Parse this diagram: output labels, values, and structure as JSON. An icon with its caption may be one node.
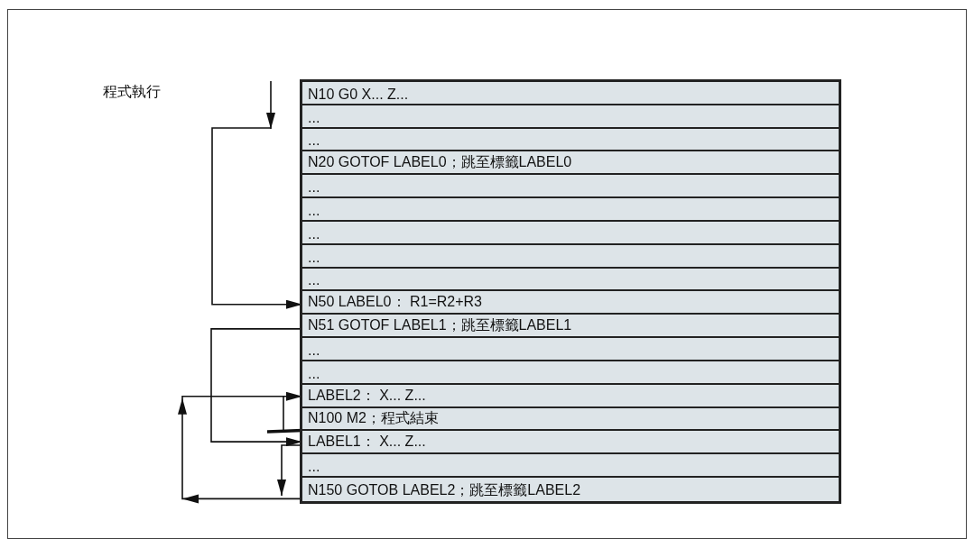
{
  "diagram": {
    "nodes": [
      {
        "text": [],
        "shape": "box"
      },
      {
        "text": [
          "N10 G0 X... Z..."
        ],
        "in": 0
      },
      {
        "text": [
          "..."
        ],
        "in": 0
      },
      {
        "text": [
          "..."
        ],
        "in": 0
      },
      {
        "text": [
          "N20 GOTOF LABEL0；跳至標籤LABEL0"
        ],
        "in": 0
      },
      {
        "text": [
          "..."
        ],
        "in": 0
      },
      {
        "text": [
          "..."
        ],
        "in": 0
      },
      {
        "text": [
          "..."
        ],
        "in": 0
      },
      {
        "text": [
          "..."
        ],
        "in": 0
      },
      {
        "text": [
          "..."
        ],
        "in": 0
      },
      {
        "text": [
          "N50 LABEL0： R1=R2+R3"
        ],
        "in": 0
      },
      {
        "text": [
          "N51 GOTOF LABEL1；跳至標籤LABEL1"
        ],
        "in": 0
      },
      {
        "text": [
          "..."
        ],
        "in": 0
      },
      {
        "text": [
          "..."
        ],
        "in": 0
      },
      {
        "text": [
          "LABEL2： X... Z..."
        ],
        "in": 0
      },
      {
        "text": [
          "N100 M2；程式結束"
        ],
        "in": 0
      },
      {
        "text": [
          "LABEL1： X... Z..."
        ],
        "in": 0
      },
      {
        "text": [
          "..."
        ],
        "in": 0
      },
      {
        "text": [
          "N150 GOTOB LABEL2；跳至標籤LABEL2"
        ],
        "in": 0
      }
    ],
    "edges": [
      {
        "from": null,
        "to": 10,
        "arrow": "to"
      },
      {
        "from": 11,
        "to": 16,
        "arrow": "to"
      },
      {
        "from": 18,
        "to": 14,
        "arrow": "to"
      },
      {
        "from": 16,
        "to": null,
        "arrow": "to"
      },
      {
        "from": null,
        "to": 15,
        "arrow": "none",
        "style": "thick"
      }
    ],
    "labels": [
      "程式執行"
    ]
  }
}
